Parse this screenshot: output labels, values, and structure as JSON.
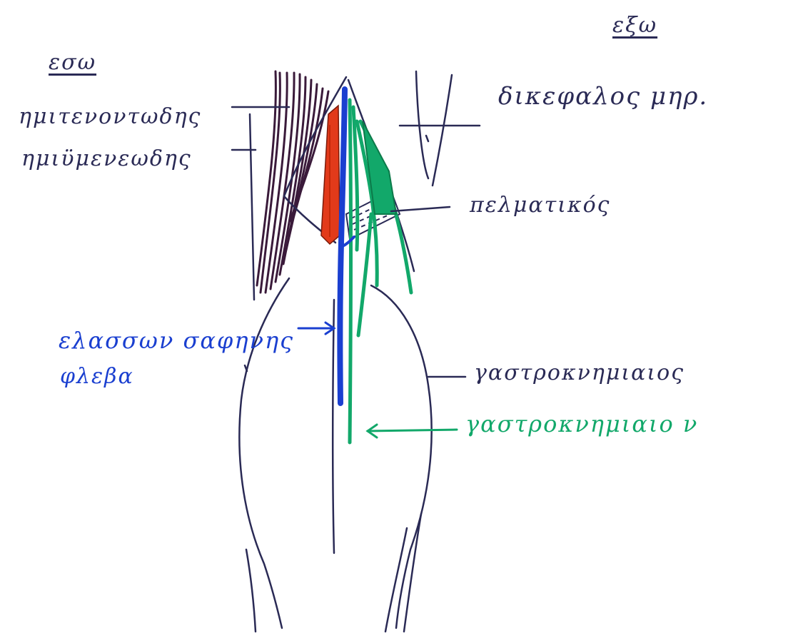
{
  "headings": {
    "inner": "εσω",
    "outer": "εξω"
  },
  "labels": {
    "semitendinosus": "ημιτενοντωδης",
    "semimembranosus": "ημιϋμενεωδης",
    "biceps_femoris": "δικεφαλος μηρ.",
    "plantaris": "πελματικός",
    "small_saphenous_vein_line1": "ελασσων σαφηνης",
    "small_saphenous_vein_line2": "φλεβα",
    "gastrocnemius": "γαστροκνημιαιος",
    "gastrocnemius_nerve": "γαστροκνημιαιο ν"
  },
  "colors": {
    "outline_ink": "#2a2a55",
    "vessel_red": "#e23a1a",
    "vein_blue": "#1a3fd0",
    "nerve_green": "#12a86a",
    "muscle_hatch": "#3a1a3a"
  }
}
